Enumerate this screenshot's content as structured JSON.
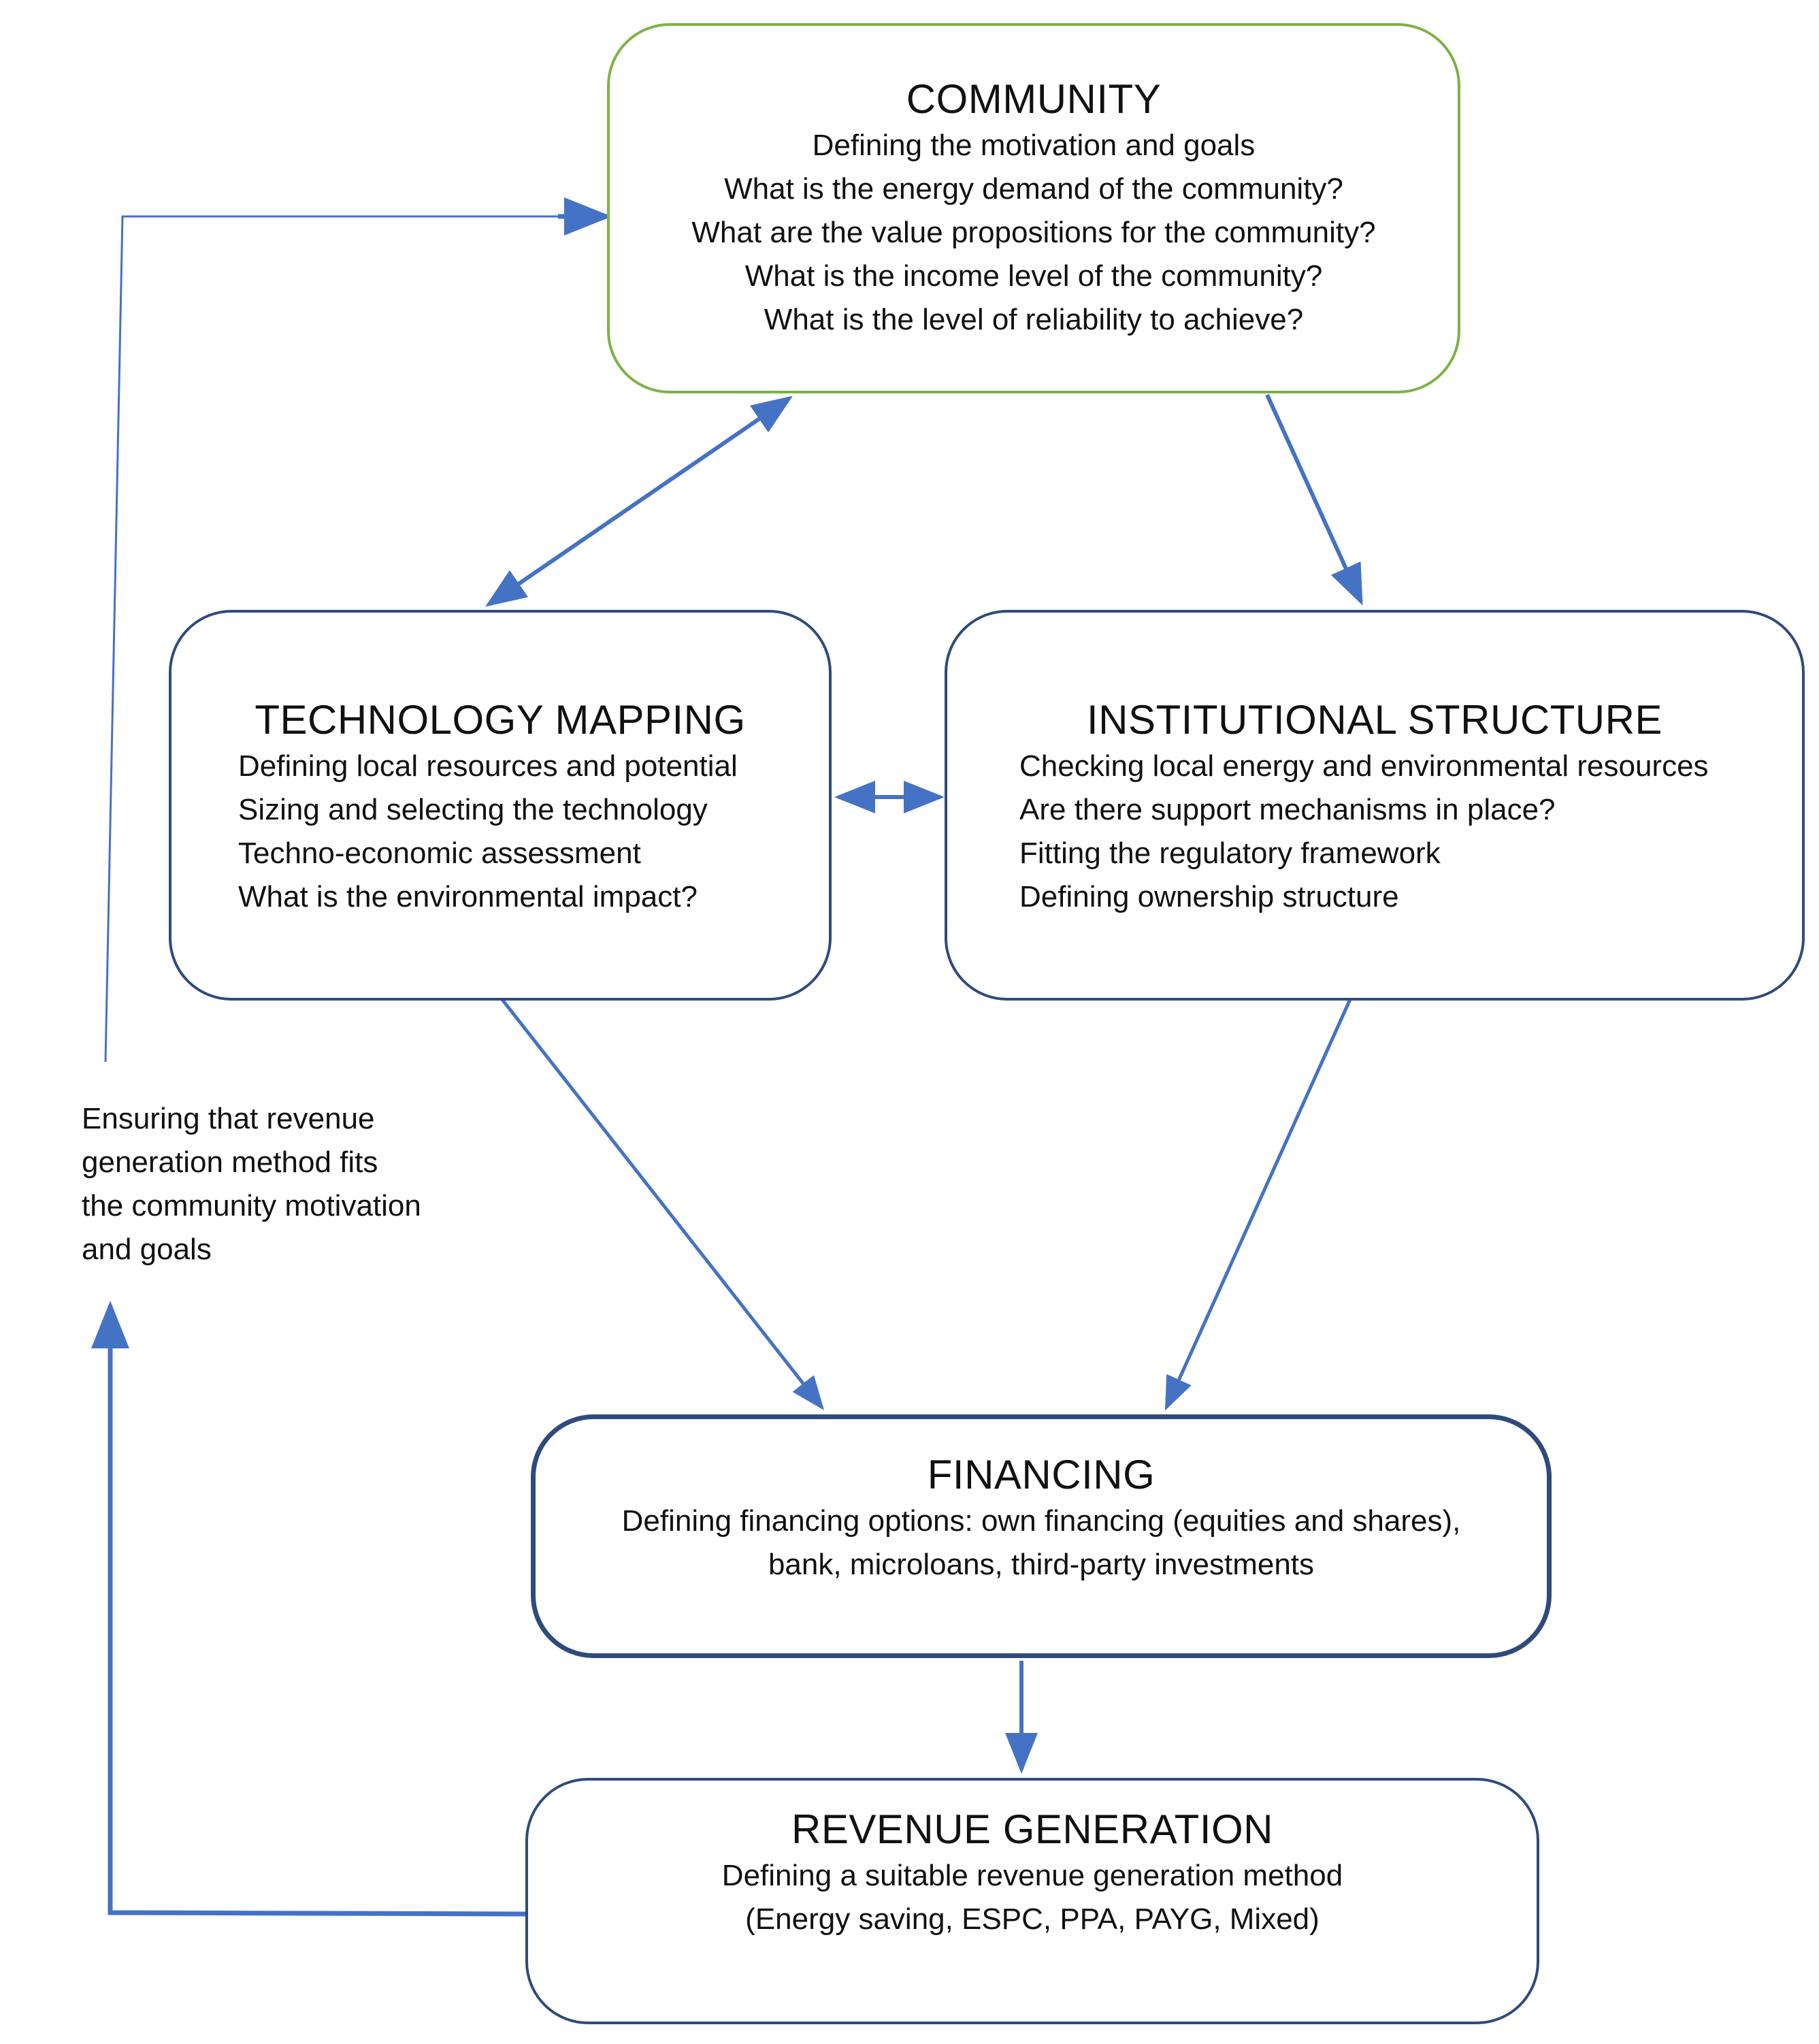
{
  "diagram": {
    "community": {
      "title": "COMMUNITY",
      "lines": [
        "Defining the motivation and goals",
        "What is the energy demand of the community?",
        "What are the value propositions for the community?",
        "What is the income level of the community?",
        "What is the level of reliability to achieve?"
      ]
    },
    "technology": {
      "title": "TECHNOLOGY MAPPING",
      "lines": [
        "Defining local resources and potential",
        "Sizing and selecting the technology",
        "Techno-economic assessment",
        "What is the environmental impact?"
      ]
    },
    "institutional": {
      "title": "INSTITUTIONAL STRUCTURE",
      "lines": [
        "Checking local energy and environmental resources",
        "Are there support mechanisms in place?",
        "Fitting the regulatory framework",
        "Defining ownership structure"
      ]
    },
    "financing": {
      "title": "FINANCING",
      "lines": [
        "Defining financing options: own financing (equities and shares),",
        "bank, microloans, third-party investments"
      ]
    },
    "revenue": {
      "title": "REVENUE GENERATION",
      "lines": [
        "Defining a suitable revenue generation method",
        "(Energy saving, ESPC, PPA, PAYG, Mixed)"
      ]
    },
    "feedback_note": {
      "lines": [
        "Ensuring that revenue",
        "generation method fits",
        "the community motivation",
        "and goals"
      ]
    },
    "colors": {
      "arrow": "#4472c4",
      "box_border": "#2f4a7d",
      "community_border": "#7cb342"
    }
  }
}
